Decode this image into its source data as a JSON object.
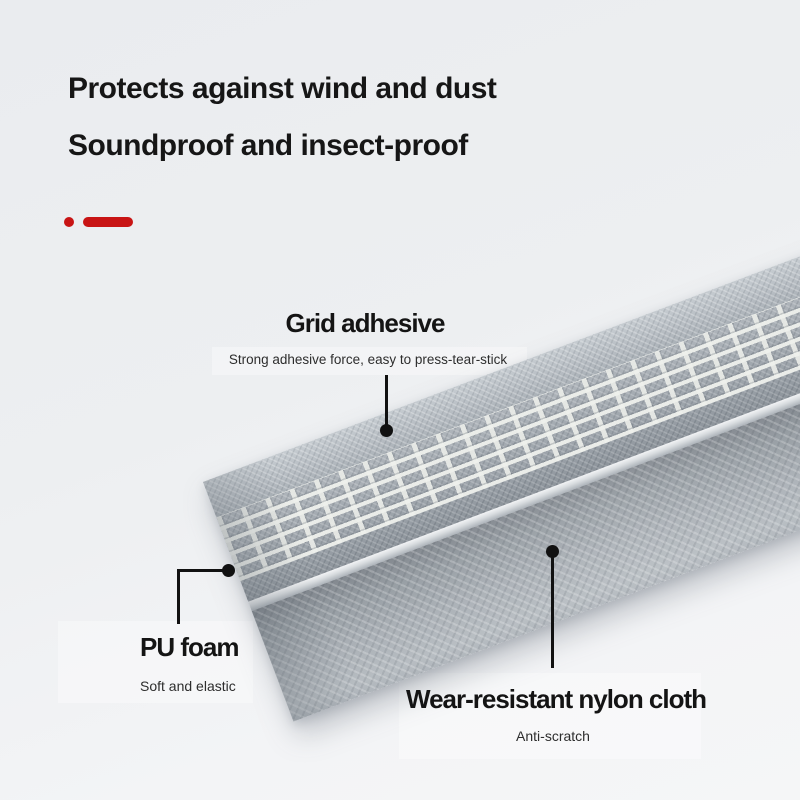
{
  "background": {
    "top": "#eaecef",
    "bottom": "#f5f6f7"
  },
  "header": {
    "line1": "Protects against wind and dust",
    "line2": "Soundproof and insect-proof"
  },
  "accent": {
    "color": "#c81414"
  },
  "callouts": [
    {
      "label": "Grid adhesive",
      "description": "Strong adhesive force, easy to press-tear-stick"
    },
    {
      "label": "PU foam",
      "description": "Soft and elastic"
    },
    {
      "label": "Wear-resistant nylon cloth",
      "description": "Anti-scratch"
    }
  ],
  "product": {
    "colors": {
      "back_fabric": "#b7bdc3",
      "grid_adhesive_mesh": "#eceeea",
      "fold_highlight": "#d8dcdf",
      "front_cloth": "#a6adb3"
    }
  }
}
